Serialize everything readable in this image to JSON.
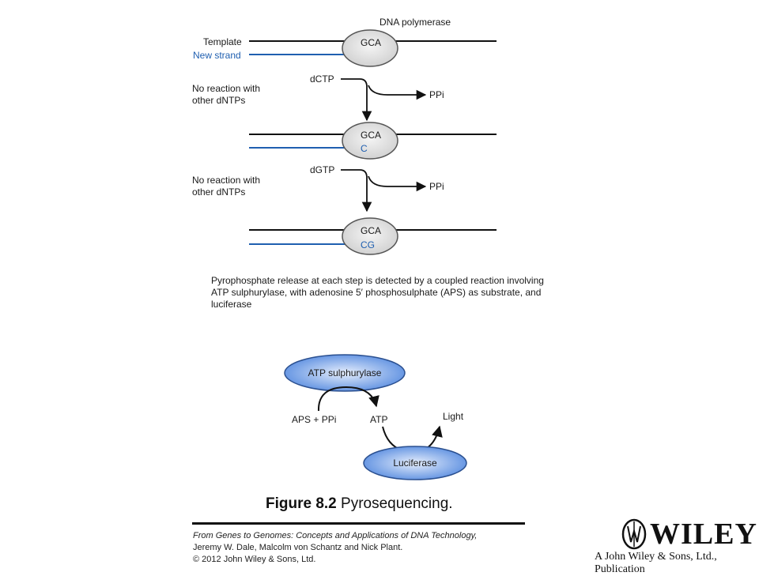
{
  "diagram": {
    "enzyme_title": "DNA polymerase",
    "template_label": "Template",
    "new_strand_label": "New strand",
    "steps": [
      {
        "template_seq": "GCA",
        "new_seq": ""
      },
      {
        "template_seq": "GCA",
        "new_seq": "C"
      },
      {
        "template_seq": "GCA",
        "new_seq": "CG"
      }
    ],
    "reactions": [
      {
        "nucleotide": "dCTP",
        "product": "PPi",
        "no_reaction": [
          "No reaction with",
          "other dNTPs"
        ]
      },
      {
        "nucleotide": "dGTP",
        "product": "PPi",
        "no_reaction": [
          "No reaction with",
          "other dNTPs"
        ]
      }
    ],
    "caption": "Pyrophosphate release at each step is detected by a coupled reaction involving ATP sulphurylase, with adenosine 5′ phosphosulphate (APS) as substrate, and luciferase",
    "coupled": {
      "enzyme1": "ATP sulphurylase",
      "enzyme2": "Luciferase",
      "substrate": "APS + PPi",
      "intermediate": "ATP",
      "product": "Light"
    }
  },
  "figure": {
    "number": "Figure 8.2",
    "title": "Pyrosequencing."
  },
  "source": {
    "book": "From Genes to Genomes: Concepts and Applications of DNA Technology,",
    "authors": "Jeremy W. Dale, Malcolm von Schantz and Nick Plant.",
    "copyright": "© 2012 John Wiley & Sons, Ltd."
  },
  "publisher": {
    "logo_text": "WILEY",
    "tagline": "A John Wiley & Sons, Ltd., Publication"
  },
  "colors": {
    "strand_blue": "#1f5fb0",
    "oval_gray": "#d9d9d9",
    "enzyme_blue": "#5b8fe0"
  }
}
